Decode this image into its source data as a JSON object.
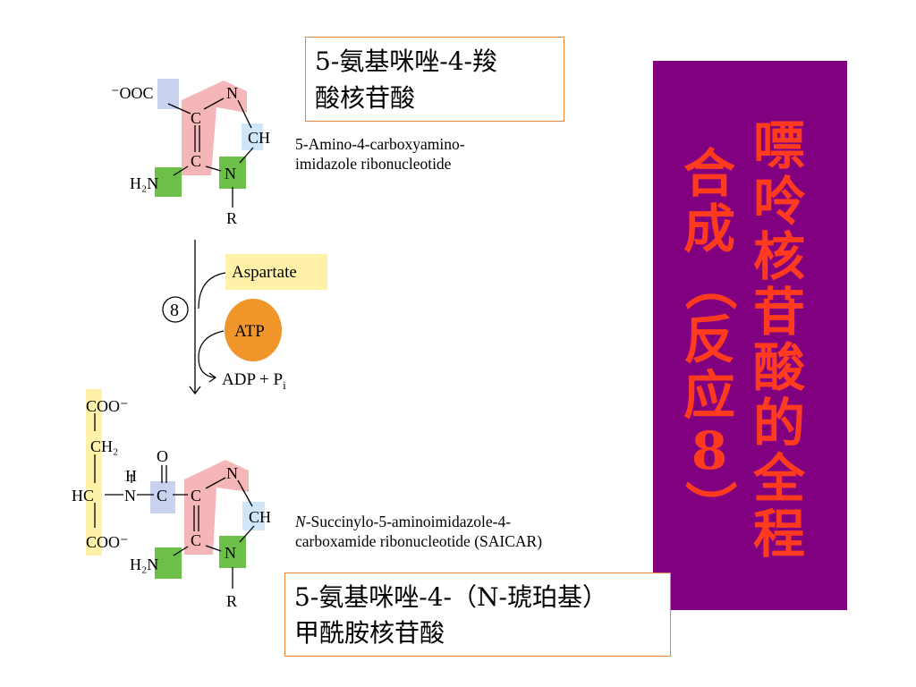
{
  "labels": {
    "top_cn": [
      "5-氨基咪唑-4-羧",
      "酸核苷酸"
    ],
    "top_en": [
      "5-Amino-4-carboxyamino-",
      "imidazole ribonucleotide"
    ],
    "bottom_en_italic": "N",
    "bottom_en_line1_rest": "-Succinylo-5-aminoimidazole-4-",
    "bottom_en_line2": "carboxamide ribonucleotide (SAICAR)",
    "bottom_cn": [
      "5-氨基咪唑-4-（N-琥珀基）",
      "甲酰胺核苷酸"
    ]
  },
  "reaction": {
    "step": "8",
    "substrate": "Aspartate",
    "cofactor": "ATP",
    "products_main": "ADP + P",
    "products_sub": "i"
  },
  "title": {
    "col_right": "嘌呤核苷酸的全程",
    "col_left": [
      "合",
      "成",
      "（",
      "反",
      "应",
      "8",
      "）"
    ]
  },
  "molecule_top": {
    "atoms": [
      "⁻OOC",
      "C",
      "N",
      "CH",
      "C",
      "N",
      "H₂N",
      "R"
    ]
  },
  "molecule_bottom": {
    "atoms": [
      "COO⁻",
      "CH₂",
      "O",
      "H",
      "HC",
      "N",
      "C",
      "C",
      "N",
      "CH",
      "COO⁻",
      "C",
      "N",
      "H₂N",
      "R"
    ]
  },
  "colors": {
    "accent_title": "#ff3b1f",
    "panel": "#800080",
    "box_border": "#e8853a",
    "atp": "#f0962b",
    "aspartate_bg": "#fff2a8",
    "highlight_pink": "#f4b6b8",
    "highlight_blue": "#c9d3f0",
    "highlight_green": "#6cc04a",
    "highlight_lightblue": "#cfe6f8",
    "highlight_yellow": "#fff2a8"
  }
}
